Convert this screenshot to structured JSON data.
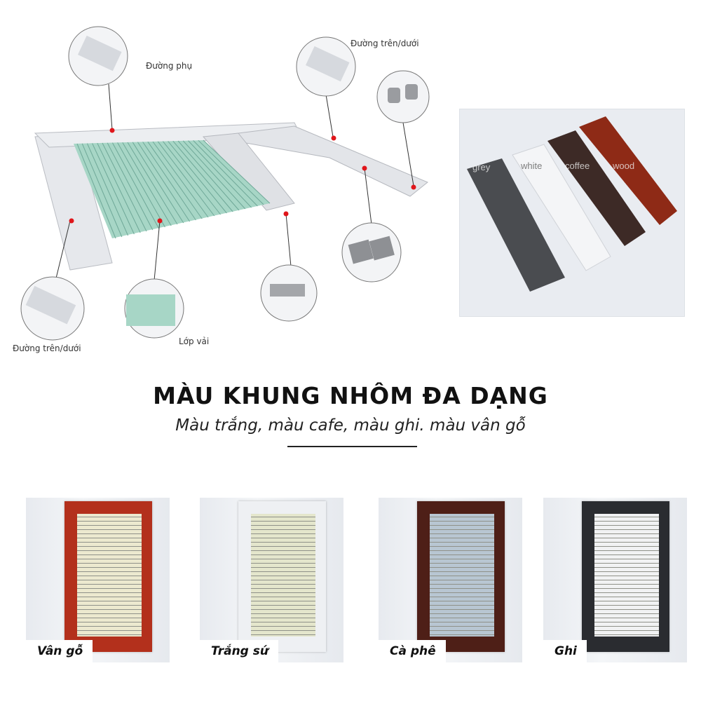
{
  "diagram": {
    "labels": {
      "side_rail": "Đường phụ",
      "top_rail": "Đường trên/dưới",
      "bottom_rail": "Đường trên/dưới",
      "fabric": "Lớp vải"
    },
    "marker_color": "#e0161b"
  },
  "profile_photo": {
    "tags": [
      "grey",
      "white",
      "coffee",
      "wood"
    ],
    "colors": [
      "#4a4c50",
      "#f4f5f7",
      "#3d2a26",
      "#8e2a16"
    ]
  },
  "heading": {
    "title": "MÀU KHUNG NHÔM ĐA DẠNG",
    "subtitle": "Màu trắng, màu cafe, màu ghi. màu vân gỗ"
  },
  "swatches": [
    {
      "label": "Vân gỗ",
      "frame_color": "#b3301c",
      "fabric_color": "#ece9cf"
    },
    {
      "label": "Trắng sứ",
      "frame_color": "#eef0f3",
      "fabric_color": "#e4e6cc"
    },
    {
      "label": "Cà phê",
      "frame_color": "#4e1f17",
      "fabric_color": "#b8c6d2"
    },
    {
      "label": "Ghi",
      "frame_color": "#2a2c30",
      "fabric_color": "#f1f2f3"
    }
  ]
}
